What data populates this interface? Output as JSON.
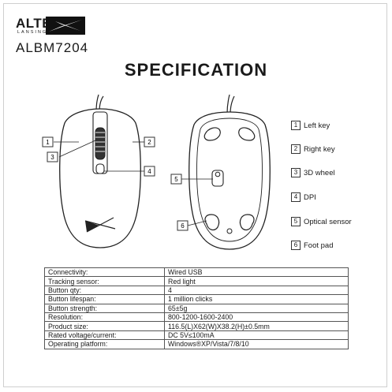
{
  "brand": {
    "name": "ALTEC",
    "sub": "LANSING"
  },
  "model": "ALBM7204",
  "title": "SPECIFICATION",
  "callouts": {
    "front": [
      "1",
      "2",
      "3",
      "4"
    ],
    "bottom": [
      "5",
      "6"
    ]
  },
  "legend": [
    {
      "num": "1",
      "label": "Left key"
    },
    {
      "num": "2",
      "label": "Right key"
    },
    {
      "num": "3",
      "label": "3D wheel"
    },
    {
      "num": "4",
      "label": "DPI"
    },
    {
      "num": "5",
      "label": "Optical sensor"
    },
    {
      "num": "6",
      "label": "Foot pad"
    }
  ],
  "specs": [
    {
      "key": "Connectivity:",
      "value": "Wired USB"
    },
    {
      "key": "Tracking sensor:",
      "value": "Red light"
    },
    {
      "key": "Button qty:",
      "value": "4"
    },
    {
      "key": "Button lifespan:",
      "value": "1 million clicks"
    },
    {
      "key": "Button strength:",
      "value": "65±5g"
    },
    {
      "key": "Resolution:",
      "value": "800-1200-1600-2400"
    },
    {
      "key": "Product size:",
      "value": "116.5(L)X62(W)X38.2(H)±0.5mm"
    },
    {
      "key": "Rated voltage/current:",
      "value": "DC 5V≤100mA"
    },
    {
      "key": "Operating platform:",
      "value": "Windows®XP/Vista/7/8/10"
    }
  ]
}
